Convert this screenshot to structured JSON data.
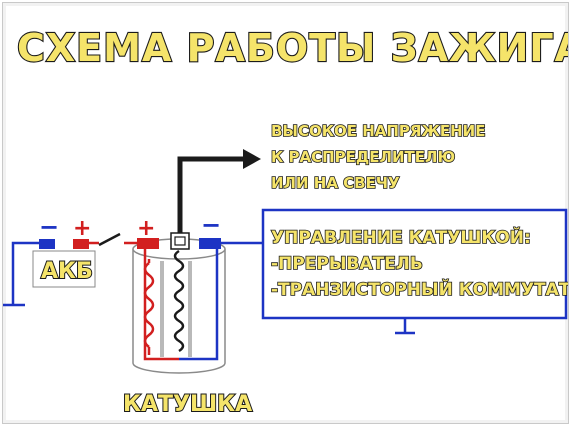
{
  "title": "СХЕМА РАБОТЫ ЗАЖИГАНИЯ",
  "output_note": {
    "lines": [
      "ВЫСОКОЕ НАПРЯЖЕНИЕ",
      "К РАСПРЕДЕЛИТЕЛЮ",
      "ИЛИ НА СВЕЧУ"
    ]
  },
  "battery": {
    "label": "АКБ",
    "minus_sign": "−",
    "plus_sign": "+"
  },
  "coil": {
    "label": "КАТУШКА",
    "plus_sign": "+",
    "minus_sign": "−"
  },
  "control": {
    "lines": [
      "УПРАВЛЕНИЕ КАТУШКОЙ:",
      "-ПРЕРЫВАТЕЛЬ",
      "-ТРАНЗИСТОРНЫЙ КОММУТАТОР"
    ]
  },
  "colors": {
    "positive": "#d21f1f",
    "negative": "#1d34c4",
    "label_fill": "#f5e46a",
    "outline": "#1b1b1b"
  }
}
